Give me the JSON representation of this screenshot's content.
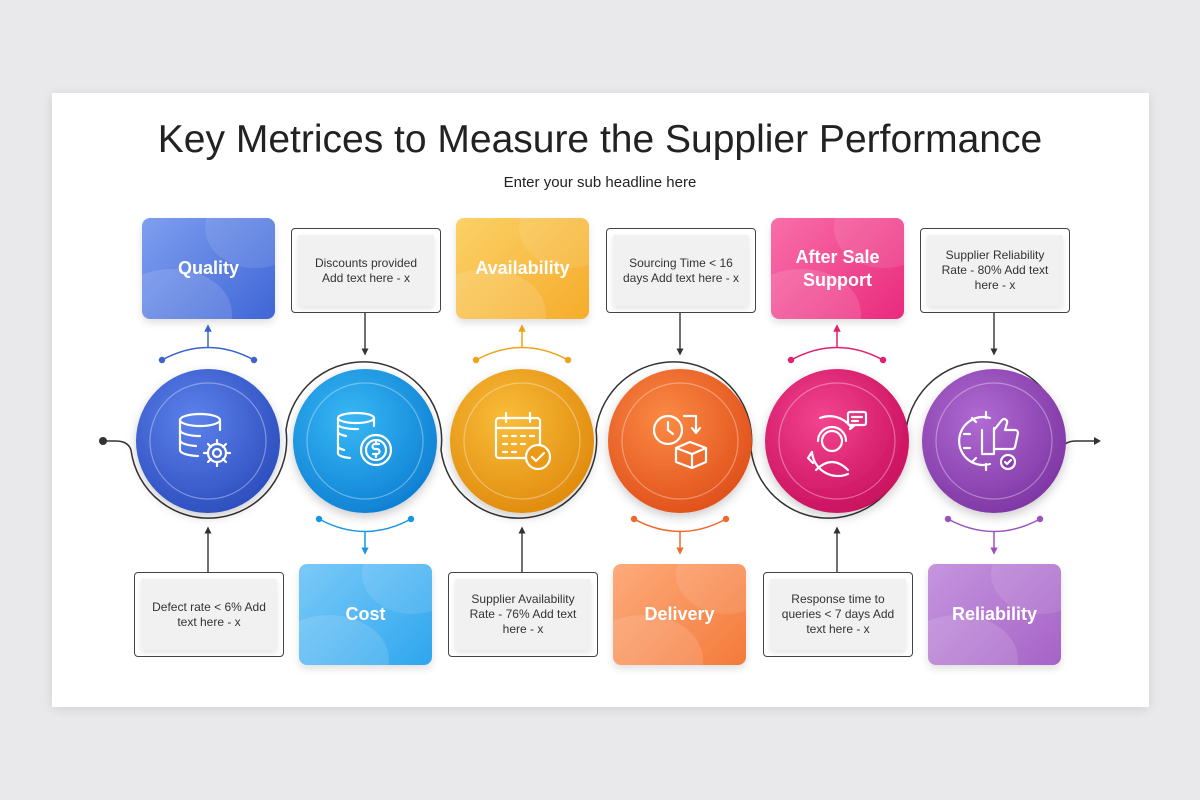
{
  "title": "Key Metrices to Measure the Supplier Performance",
  "subtitle": "Enter your sub headline here",
  "metrics": [
    {
      "label": "Quality",
      "note": "Defect rate < 6% Add text here - x",
      "color": "#4e73db"
    },
    {
      "label": "Cost",
      "note": "Discounts provided Add text here - x",
      "color": "#1ea2e8"
    },
    {
      "label": "Availability",
      "note": "Supplier Availability Rate - 76% Add text here - x",
      "color": "#f3a520"
    },
    {
      "label": "Delivery",
      "note": "Sourcing Time < 16 days Add text here - x",
      "color": "#f4702e"
    },
    {
      "label": "After Sale Support",
      "note": "Response time to queries < 7 days Add text here - x",
      "color": "#e9207a"
    },
    {
      "label": "Reliability",
      "note": "Supplier Reliability Rate - 80% Add text here - x",
      "color": "#9a52bd"
    }
  ],
  "icons": [
    "database-gear-icon",
    "coins-dollar-icon",
    "calendar-check-icon",
    "clock-box-icon",
    "customer-support-icon",
    "gear-thumbs-up-icon"
  ]
}
